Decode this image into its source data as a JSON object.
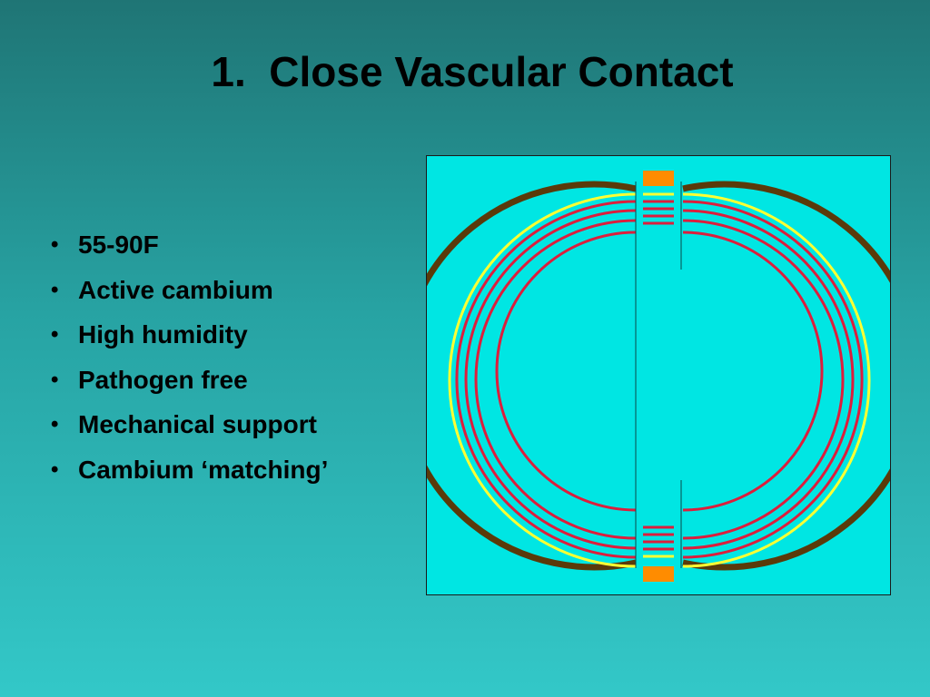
{
  "slide": {
    "title": "1.  Close Vascular Contact",
    "bullets": [
      "55-90F",
      "Active cambium",
      "High humidity",
      "Pathogen free",
      "Mechanical support",
      "Cambium ‘matching’"
    ]
  },
  "diagram": {
    "colors": {
      "background": "#00e6e3",
      "bark": "#5a3a0a",
      "cambium": "#ffff33",
      "vascular_rings": "#dc1e3c",
      "scion_tip": "#ff8c00"
    }
  }
}
